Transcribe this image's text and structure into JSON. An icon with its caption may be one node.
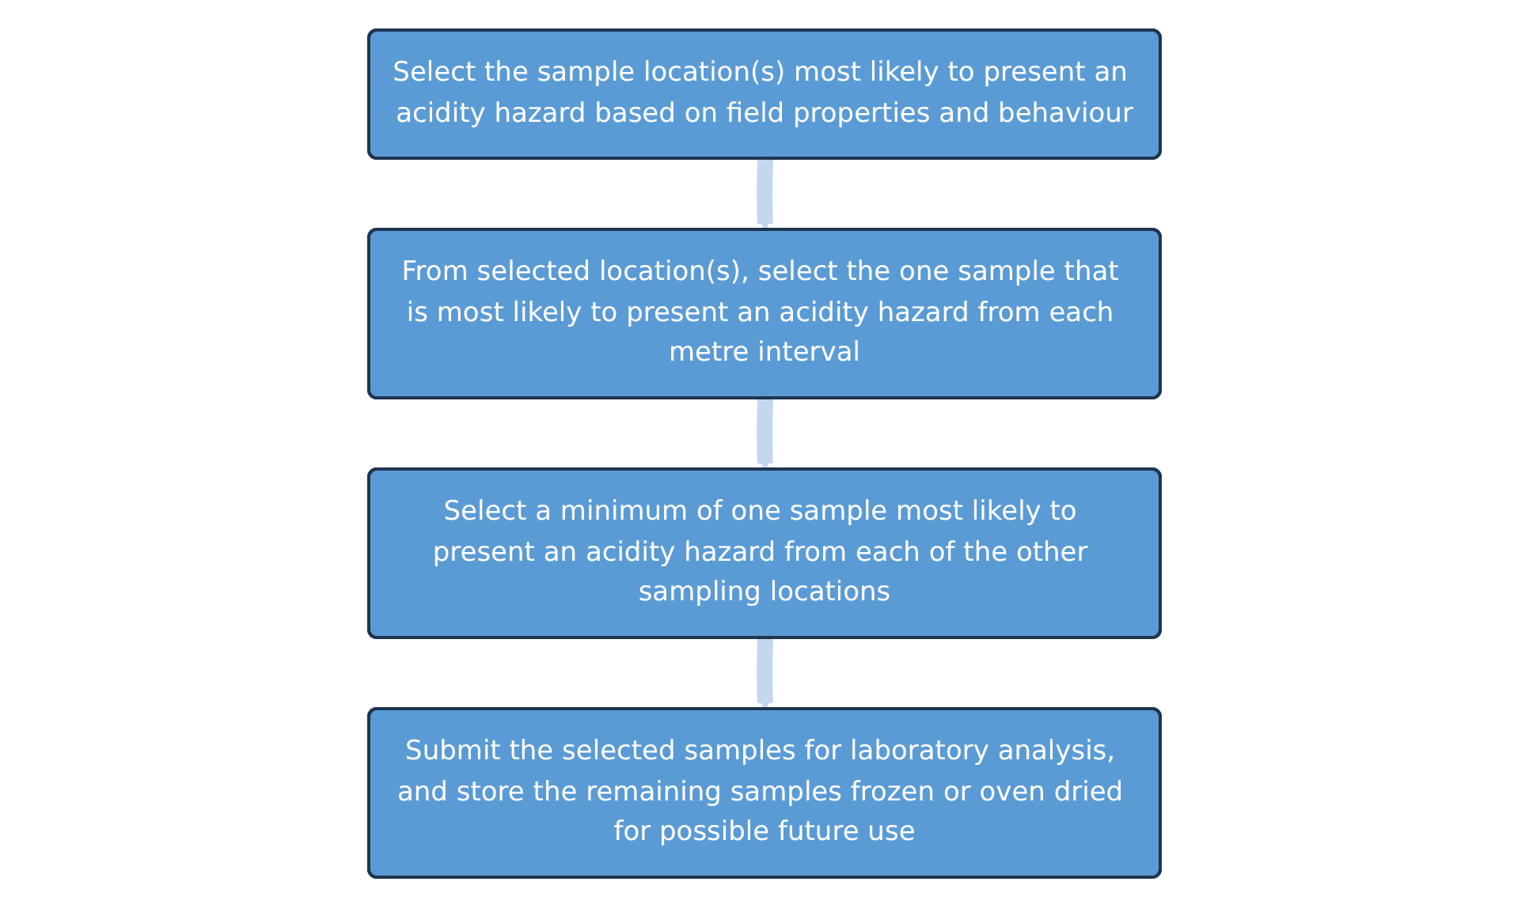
{
  "diagram": {
    "nodes": [
      {
        "text": [
          "Select the sample location(s) most likely to present an acidity hazard based on field properties and behaviour"
        ]
      },
      {
        "text": [
          "From selected location(s), select the one sample that is most likely to present an acidity hazard from each metre interval"
        ]
      },
      {
        "text": [
          "Select a minimum of one sample most likely to present an acidity hazard from each of the other sampling locations"
        ]
      },
      {
        "text": [
          "Submit the selected samples for laboratory analysis, and store the remaining samples frozen or oven dried for possible future use"
        ]
      }
    ],
    "edges": [
      {
        "from": 0,
        "to": 1,
        "arrow": "to"
      },
      {
        "from": 1,
        "to": 2,
        "arrow": "to"
      },
      {
        "from": 2,
        "to": 3,
        "arrow": "to"
      }
    ]
  }
}
